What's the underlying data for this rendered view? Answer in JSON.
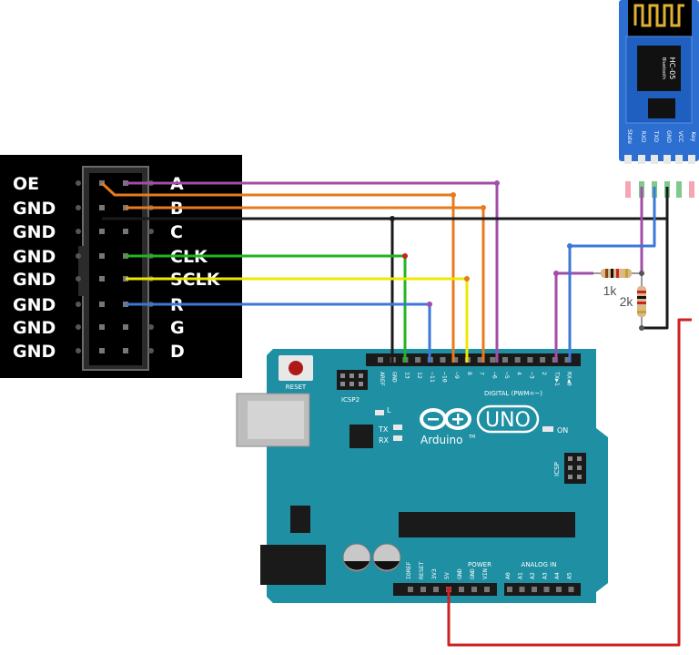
{
  "connector": {
    "left_labels": [
      "OE",
      "GND",
      "GND",
      "GND",
      "GND",
      "GND",
      "GND",
      "GND"
    ],
    "right_labels": [
      "A",
      "B",
      "C",
      "CLK",
      "SCLK",
      "R",
      "G",
      "D"
    ]
  },
  "bluetooth": {
    "model": "HC-05",
    "subtitle": "Bluetooth",
    "pins": [
      "State",
      "RXD",
      "TXD",
      "GND",
      "VCC",
      "Key"
    ]
  },
  "resistors": {
    "r1": "1k",
    "r2": "2k"
  },
  "arduino": {
    "reset": "RESET",
    "icsp2": "ICSP2",
    "icsp": "ICSP",
    "brand": "Arduino",
    "tm": "TM",
    "model": "UNO",
    "led_l": "L",
    "led_tx": "TX",
    "led_rx": "RX",
    "led_on": "ON",
    "digital_header": "DIGITAL (PWM=~)",
    "power_header": "POWER",
    "analog_header": "ANALOG IN",
    "digital_pins": [
      "AREF",
      "GND",
      "13",
      "12",
      "~11",
      "~10",
      "~9",
      "8",
      "7",
      "~6",
      "~5",
      "4",
      "~3",
      "2",
      "TX▶1",
      "RX◀0"
    ],
    "power_pins": [
      "IOREF",
      "RESET",
      "3V3",
      "5V",
      "GND",
      "GND",
      "VIN"
    ],
    "analog_pins": [
      "A0",
      "A1",
      "A2",
      "A3",
      "A4",
      "A5"
    ]
  },
  "colors": {
    "purple": "#a04ea8",
    "orange": "#e87a1e",
    "black": "#1a1a1a",
    "green": "#22b422",
    "yellow": "#eee800",
    "blue": "#3c78d8",
    "red": "#cc2222",
    "board": "#1f8fa3",
    "bt_module": "#2d6fd1"
  }
}
